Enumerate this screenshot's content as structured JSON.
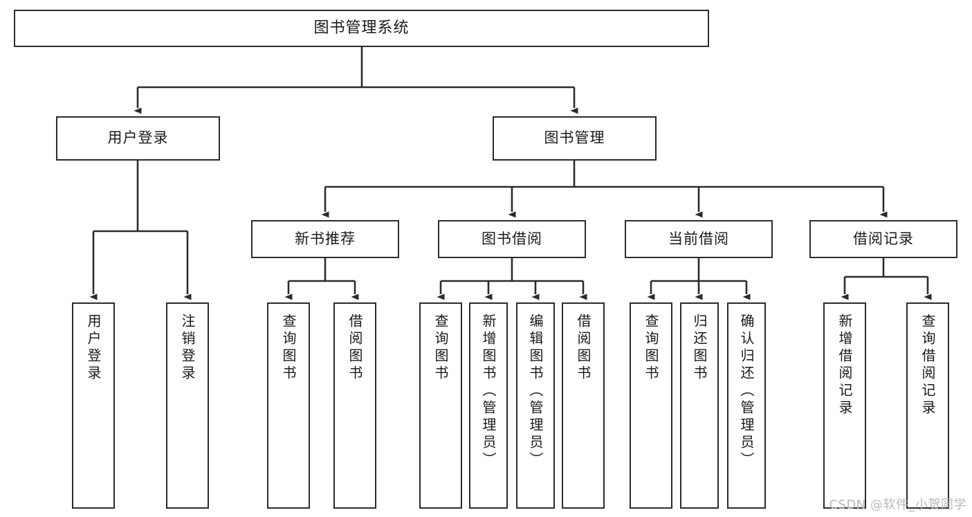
{
  "diagram": {
    "title": "图书管理系统",
    "type": "tree",
    "background": "#ffffff",
    "box_border_color": "#2b2b2b",
    "connector_color": "#2b2b2b",
    "text_color": "#1a1a1a"
  },
  "nodes": {
    "root": {
      "label": "图书管理系统",
      "level": 0
    },
    "level1": [
      {
        "id": "user-login",
        "label": "用户登录"
      },
      {
        "id": "book-manage",
        "label": "图书管理"
      }
    ],
    "level2": [
      {
        "id": "new-book-recommend",
        "label": "新书推荐",
        "parent": "book-manage"
      },
      {
        "id": "book-borrow",
        "label": "图书借阅",
        "parent": "book-manage"
      },
      {
        "id": "current-borrow",
        "label": "当前借阅",
        "parent": "book-manage"
      },
      {
        "id": "borrow-record",
        "label": "借阅记录",
        "parent": "book-manage"
      }
    ],
    "leaves": [
      {
        "id": "leaf-user-login",
        "label": "用户登录",
        "parent": "user-login"
      },
      {
        "id": "leaf-logout-login",
        "label": "注销登录",
        "parent": "user-login"
      },
      {
        "id": "leaf-query-book-1",
        "label": "查询图书",
        "parent": "new-book-recommend"
      },
      {
        "id": "leaf-borrow-book-1",
        "label": "借阅图书",
        "parent": "new-book-recommend"
      },
      {
        "id": "leaf-query-book-2",
        "label": "查询图书",
        "parent": "book-borrow"
      },
      {
        "id": "leaf-add-book",
        "label": "新增图书（管理员）",
        "parent": "book-borrow"
      },
      {
        "id": "leaf-edit-book",
        "label": "编辑图书（管理员）",
        "parent": "book-borrow"
      },
      {
        "id": "leaf-borrow-book-2",
        "label": "借阅图书",
        "parent": "book-borrow"
      },
      {
        "id": "leaf-query-book-3",
        "label": "查询图书",
        "parent": "current-borrow"
      },
      {
        "id": "leaf-return-book",
        "label": "归还图书",
        "parent": "current-borrow"
      },
      {
        "id": "leaf-confirm-return",
        "label": "确认归还（管理员）",
        "parent": "current-borrow"
      },
      {
        "id": "leaf-add-record",
        "label": "新增借阅记录",
        "parent": "borrow-record"
      },
      {
        "id": "leaf-query-record",
        "label": "查询借阅记录",
        "parent": "borrow-record"
      }
    ]
  },
  "watermark": {
    "text": "CSDN @软件_小贺同学"
  }
}
